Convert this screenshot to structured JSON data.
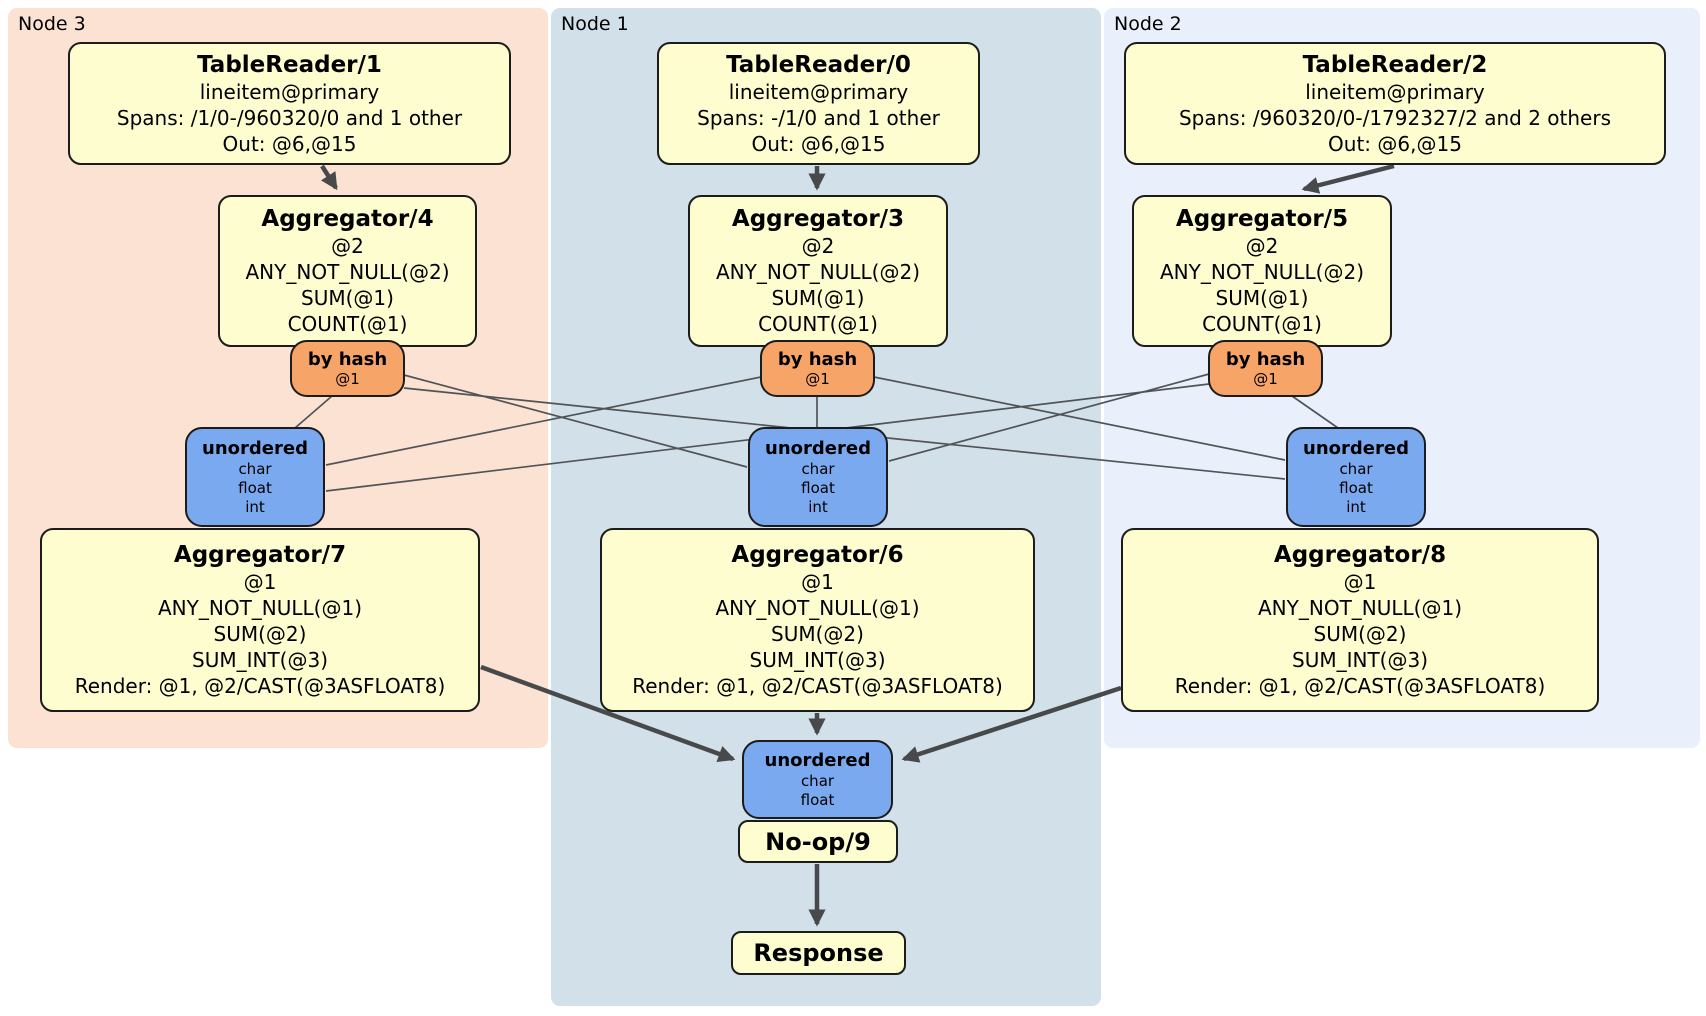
{
  "panels": [
    {
      "label": "Node 3"
    },
    {
      "label": "Node 1"
    },
    {
      "label": "Node 2"
    }
  ],
  "processors": {
    "tr1": {
      "title": "TableReader/1",
      "lines": [
        "lineitem@primary",
        "Spans: /1/0-/960320/0 and 1 other",
        "Out: @6,@15"
      ]
    },
    "tr0": {
      "title": "TableReader/0",
      "lines": [
        "lineitem@primary",
        "Spans: -/1/0 and 1 other",
        "Out: @6,@15"
      ]
    },
    "tr2": {
      "title": "TableReader/2",
      "lines": [
        "lineitem@primary",
        "Spans: /960320/0-/1792327/2 and 2 others",
        "Out: @6,@15"
      ]
    },
    "agg4": {
      "title": "Aggregator/4",
      "lines": [
        "@2",
        "ANY_NOT_NULL(@2)",
        "SUM(@1)",
        "COUNT(@1)"
      ]
    },
    "agg3": {
      "title": "Aggregator/3",
      "lines": [
        "@2",
        "ANY_NOT_NULL(@2)",
        "SUM(@1)",
        "COUNT(@1)"
      ]
    },
    "agg5": {
      "title": "Aggregator/5",
      "lines": [
        "@2",
        "ANY_NOT_NULL(@2)",
        "SUM(@1)",
        "COUNT(@1)"
      ]
    },
    "agg7": {
      "title": "Aggregator/7",
      "lines": [
        "@1",
        "ANY_NOT_NULL(@1)",
        "SUM(@2)",
        "SUM_INT(@3)",
        "Render: @1, @2/CAST(@3ASFLOAT8)"
      ]
    },
    "agg6": {
      "title": "Aggregator/6",
      "lines": [
        "@1",
        "ANY_NOT_NULL(@1)",
        "SUM(@2)",
        "SUM_INT(@3)",
        "Render: @1, @2/CAST(@3ASFLOAT8)"
      ]
    },
    "agg8": {
      "title": "Aggregator/8",
      "lines": [
        "@1",
        "ANY_NOT_NULL(@1)",
        "SUM(@2)",
        "SUM_INT(@3)",
        "Render: @1, @2/CAST(@3ASFLOAT8)"
      ]
    },
    "noop": {
      "title": "No-op/9"
    },
    "response": {
      "title": "Response"
    }
  },
  "routers": {
    "hash_left": {
      "label": "by hash",
      "detail": "@1"
    },
    "hash_center": {
      "label": "by hash",
      "detail": "@1"
    },
    "hash_right": {
      "label": "by hash",
      "detail": "@1"
    }
  },
  "syncs": {
    "unordered_left": {
      "label": "unordered",
      "types": [
        "char",
        "float",
        "int"
      ]
    },
    "unordered_center": {
      "label": "unordered",
      "types": [
        "char",
        "float",
        "int"
      ]
    },
    "unordered_right": {
      "label": "unordered",
      "types": [
        "char",
        "float",
        "int"
      ]
    },
    "unordered_bottom": {
      "label": "unordered",
      "types": [
        "char",
        "float"
      ]
    }
  },
  "colors": {
    "node3_bg": "#fce2d2",
    "node1_bg": "#d2e0ea",
    "node2_bg": "#eaf0fb",
    "processor_fill": "#fdfdcf",
    "router_fill": "#f7a469",
    "sync_fill": "#7ba9f0",
    "edge_thick": "#47494b",
    "edge_thin": "#515457",
    "box_border": "#1c1c1c"
  }
}
